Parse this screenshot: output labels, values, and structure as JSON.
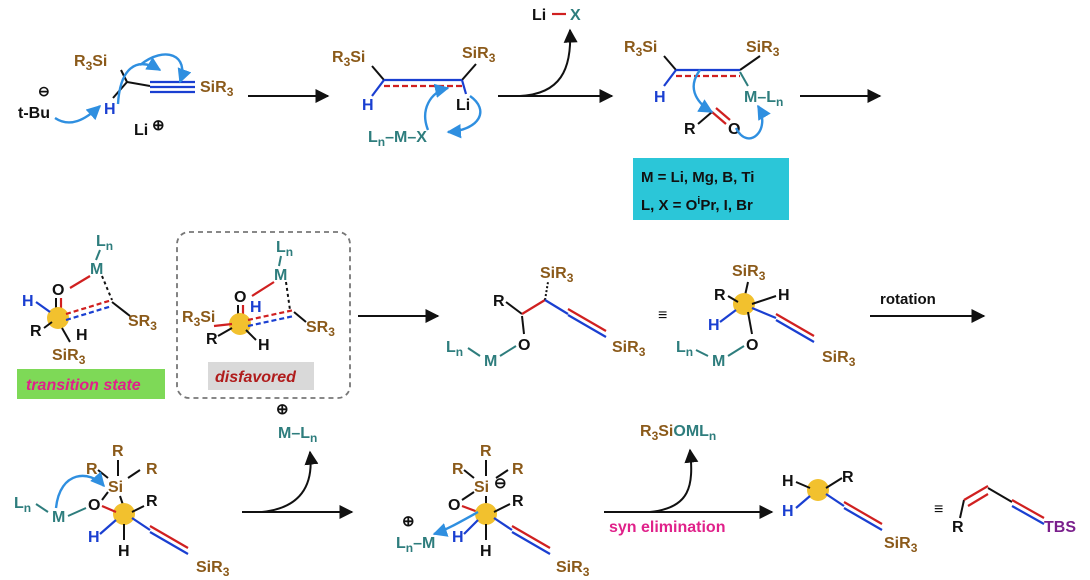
{
  "colors": {
    "silyl_brown": "#8b5a1a",
    "metal_teal": "#2e7d7d",
    "bond_blue": "#1a3fd1",
    "bond_red": "#d02020",
    "arrow_blue": "#2f8fe0",
    "highlight_gold": "#f2c12e",
    "cyan_box": "#2bc6d8",
    "green_box": "#7ed957",
    "gray_box": "#d9d9d9",
    "tbs_purple": "#7a1f8c",
    "syn_pink": "#e0218a",
    "disfavored_red": "#b01c1c"
  },
  "labels": {
    "si": "Si",
    "r": "R",
    "r3": "3",
    "n": "n",
    "h": "H",
    "li": "Li",
    "m": "M",
    "x": "X",
    "o": "O",
    "l": "L",
    "tbu": "t-Bu",
    "minus": "⊖",
    "plus": "⊕",
    "equiv": "≡",
    "tbs": "TBS",
    "dash": "–"
  },
  "conditions": {
    "m_line": "M = Li, Mg, B, Ti",
    "lx_line_pre": "L, X = O",
    "lx_line_sup": "i",
    "lx_line_post": "Pr, I, Br"
  },
  "tags": {
    "transition_state": "transition state",
    "disfavored": "disfavored",
    "rotation": "rotation",
    "syn_elimination": "syn elimination"
  },
  "byproducts": {
    "lix_li": "Li",
    "lix_x": "X",
    "silanolate_r": "R",
    "silanolate_3": "3",
    "silanolate_si": "Si",
    "silanolate_oml": "OML",
    "silanolate_n": "n"
  }
}
